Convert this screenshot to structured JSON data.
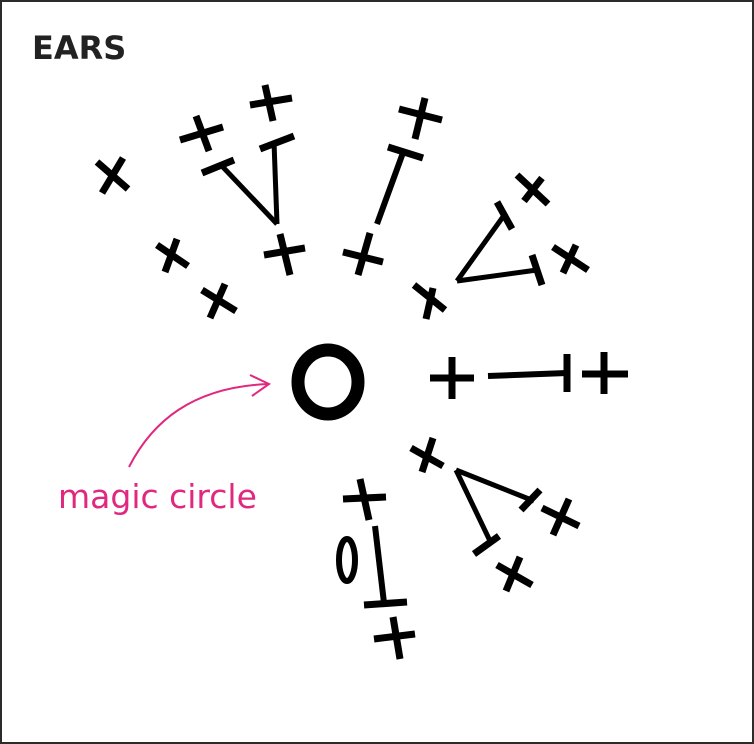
{
  "title": "EARS",
  "annotation": {
    "label": "magic circle",
    "color": "#e0287f"
  },
  "stitch_color": "#000000",
  "symbols": {
    "single_crochet": "x-mark",
    "half_double_crochet": "t-mark",
    "chain": "oval",
    "magic_ring": "ring"
  }
}
